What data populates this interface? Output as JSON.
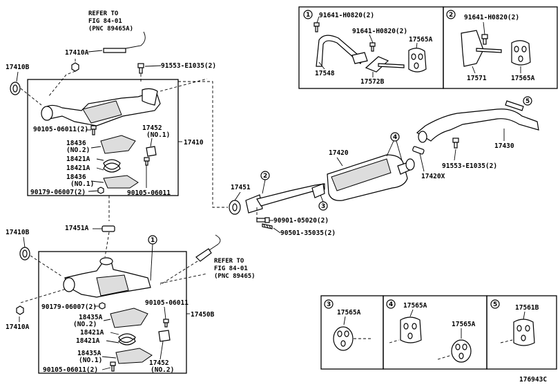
{
  "labels": {
    "refer_top": [
      "REFER TO",
      "FIG 84-01",
      "(PNC 89465A)"
    ],
    "refer_mid": [
      "REFER TO",
      "FIG 84-01",
      "(PNC 89465)"
    ],
    "p17410A_top": "17410A",
    "p17410B_top": "17410B",
    "p91553_top": "91553-E1035(2)",
    "p17410": "17410",
    "p90105_06011_2": "90105-06011(2)",
    "p17452_no1": "17452",
    "p17452_no1_sub": "(NO.1)",
    "p18436_no2": "18436",
    "p18436_no2_sub": "(NO.2)",
    "p18421A_1": "18421A",
    "p18421A_2": "18421A",
    "p18436_no1": "18436",
    "p18436_no1_sub": "(NO.1)",
    "p90179_top": "90179-06007(2)",
    "p90105_top_right": "90105-06011",
    "p17451A": "17451A",
    "p17410B_bot": "17410B",
    "p90179_bot": "90179-06007(2)",
    "p90105_bot_right": "90105-06011",
    "p17450B": "17450B",
    "p18435A_no2": "18435A",
    "p18435A_no2_sub": "(NO.2)",
    "p18421A_3": "18421A",
    "p18421A_4": "18421A",
    "p18435A_no1": "18435A",
    "p18435A_no1_sub": "(NO.1)",
    "p17410A_bot": "17410A",
    "p90105_bot_left": "90105-06011(2)",
    "p17452_no2": "17452",
    "p17452_no2_sub": "(NO.2)",
    "p17420": "17420",
    "p17451": "17451",
    "p90901": "90901-05020(2)",
    "p90501": "90501-35035(2)",
    "p17420X": "17420X",
    "p91553_mid": "91553-E1035(2)",
    "p17430": "17430",
    "detail1_bolt1": "91641-H0820(2)",
    "detail1_bolt2": "91641-H0820(2)",
    "detail1_17565A": "17565A",
    "detail1_17548": "17548",
    "detail1_17572B": "17572B",
    "detail2_bolt": "91641-H0820(2)",
    "detail2_17571": "17571",
    "detail2_17565A": "17565A",
    "detail3_17565A": "17565A",
    "detail4_17565A_a": "17565A",
    "detail4_17565A_b": "17565A",
    "detail5_17561B": "17561B",
    "footer_code": "176943C"
  },
  "callouts": [
    "1",
    "2",
    "3",
    "4",
    "5"
  ]
}
